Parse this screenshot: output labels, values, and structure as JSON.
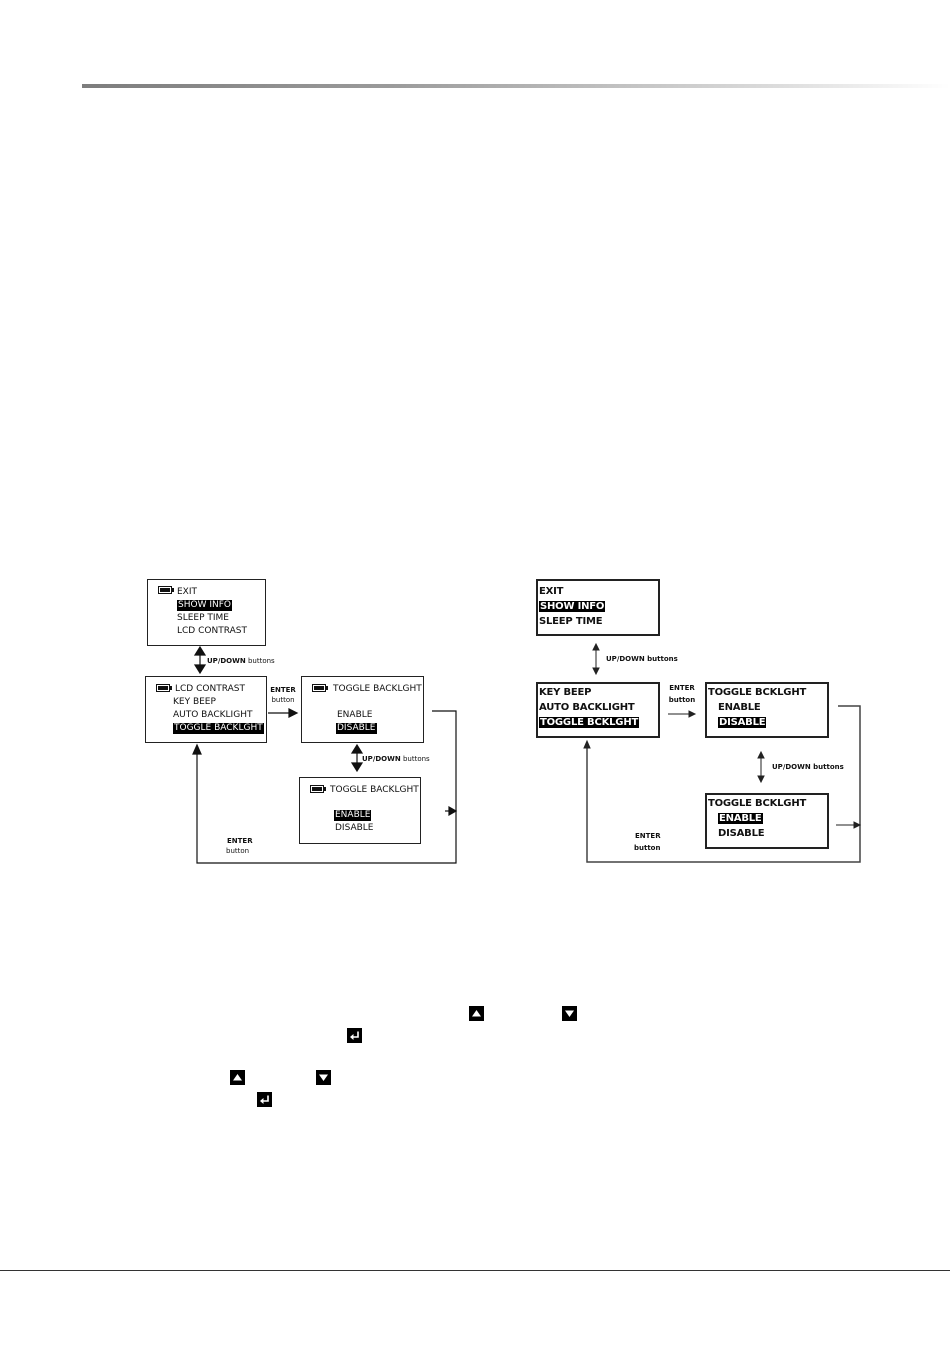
{
  "menu_items": {
    "exit": "EXIT",
    "show_info": "SHOW INFO",
    "sleep_time": "SLEEP TIME",
    "lcd_contrast": "LCD CONTRAST",
    "key_beep": "KEY BEEP",
    "auto_backlight_left": "AUTO BACKLIGHT",
    "auto_backlight_right": "AUTO BACKLIGHT",
    "toggle_backlight_left": "TOGGLE BACKLGHT",
    "toggle_backlight_right": "TOGGLE BCKLGHT",
    "enable": "ENABLE",
    "disable": "DISABLE"
  },
  "labels": {
    "updown_bold": "UP/DOWN",
    "updown_suffix": " buttons",
    "updown_full": "UP/DOWN buttons",
    "enter": "ENTER",
    "button": "button"
  },
  "icons": {
    "battery": "battery-icon",
    "up": "up-arrow-icon",
    "down": "down-arrow-icon",
    "enter": "enter-key-icon"
  }
}
